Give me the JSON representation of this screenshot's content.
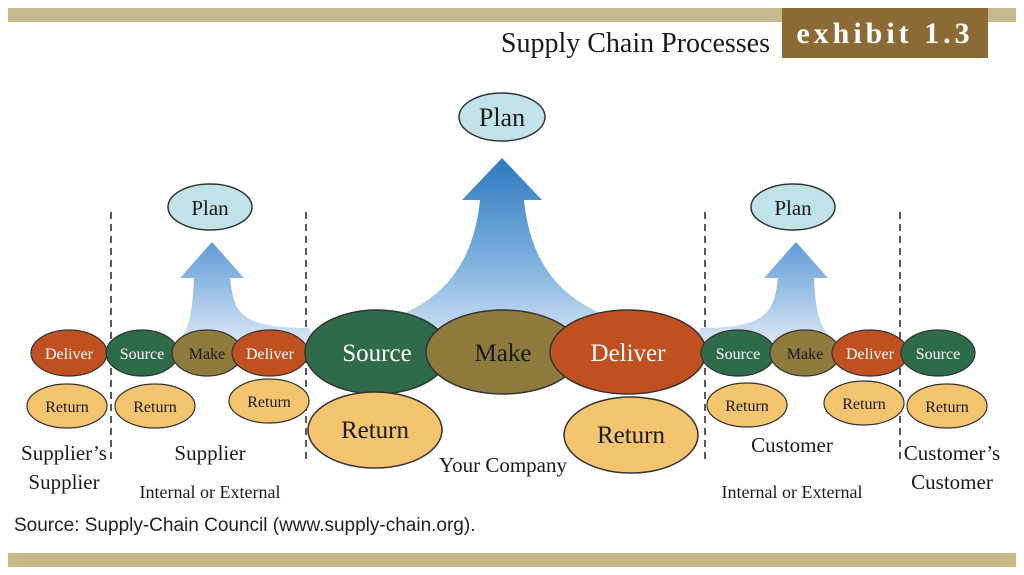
{
  "header": {
    "exhibit": "exhibit 1.3",
    "title": "Supply Chain Processes"
  },
  "diagram": {
    "plan_label": "Plan",
    "source_label": "Source",
    "make_label": "Make",
    "deliver_label": "Deliver",
    "return_label": "Return",
    "groups": {
      "suppliers_supplier": "Supplier’s Supplier",
      "supplier": "Supplier",
      "supplier_sub": "Internal or External",
      "your_company": "Your Company",
      "customer": "Customer",
      "customer_sub": "Internal or External",
      "customers_customer": "Customer’s Customer"
    }
  },
  "colors": {
    "deliver": "#c0501f",
    "source": "#2e6b4a",
    "make": "#8e7a3c",
    "return": "#f5c46e",
    "plan": "#bfe3e8",
    "arrow": "#2f78c0",
    "band": "#c8b98c",
    "exhibit_box": "#8c6a33"
  },
  "footer": {
    "source_note": "Source: Supply-Chain Council (www.supply-chain.org)."
  }
}
